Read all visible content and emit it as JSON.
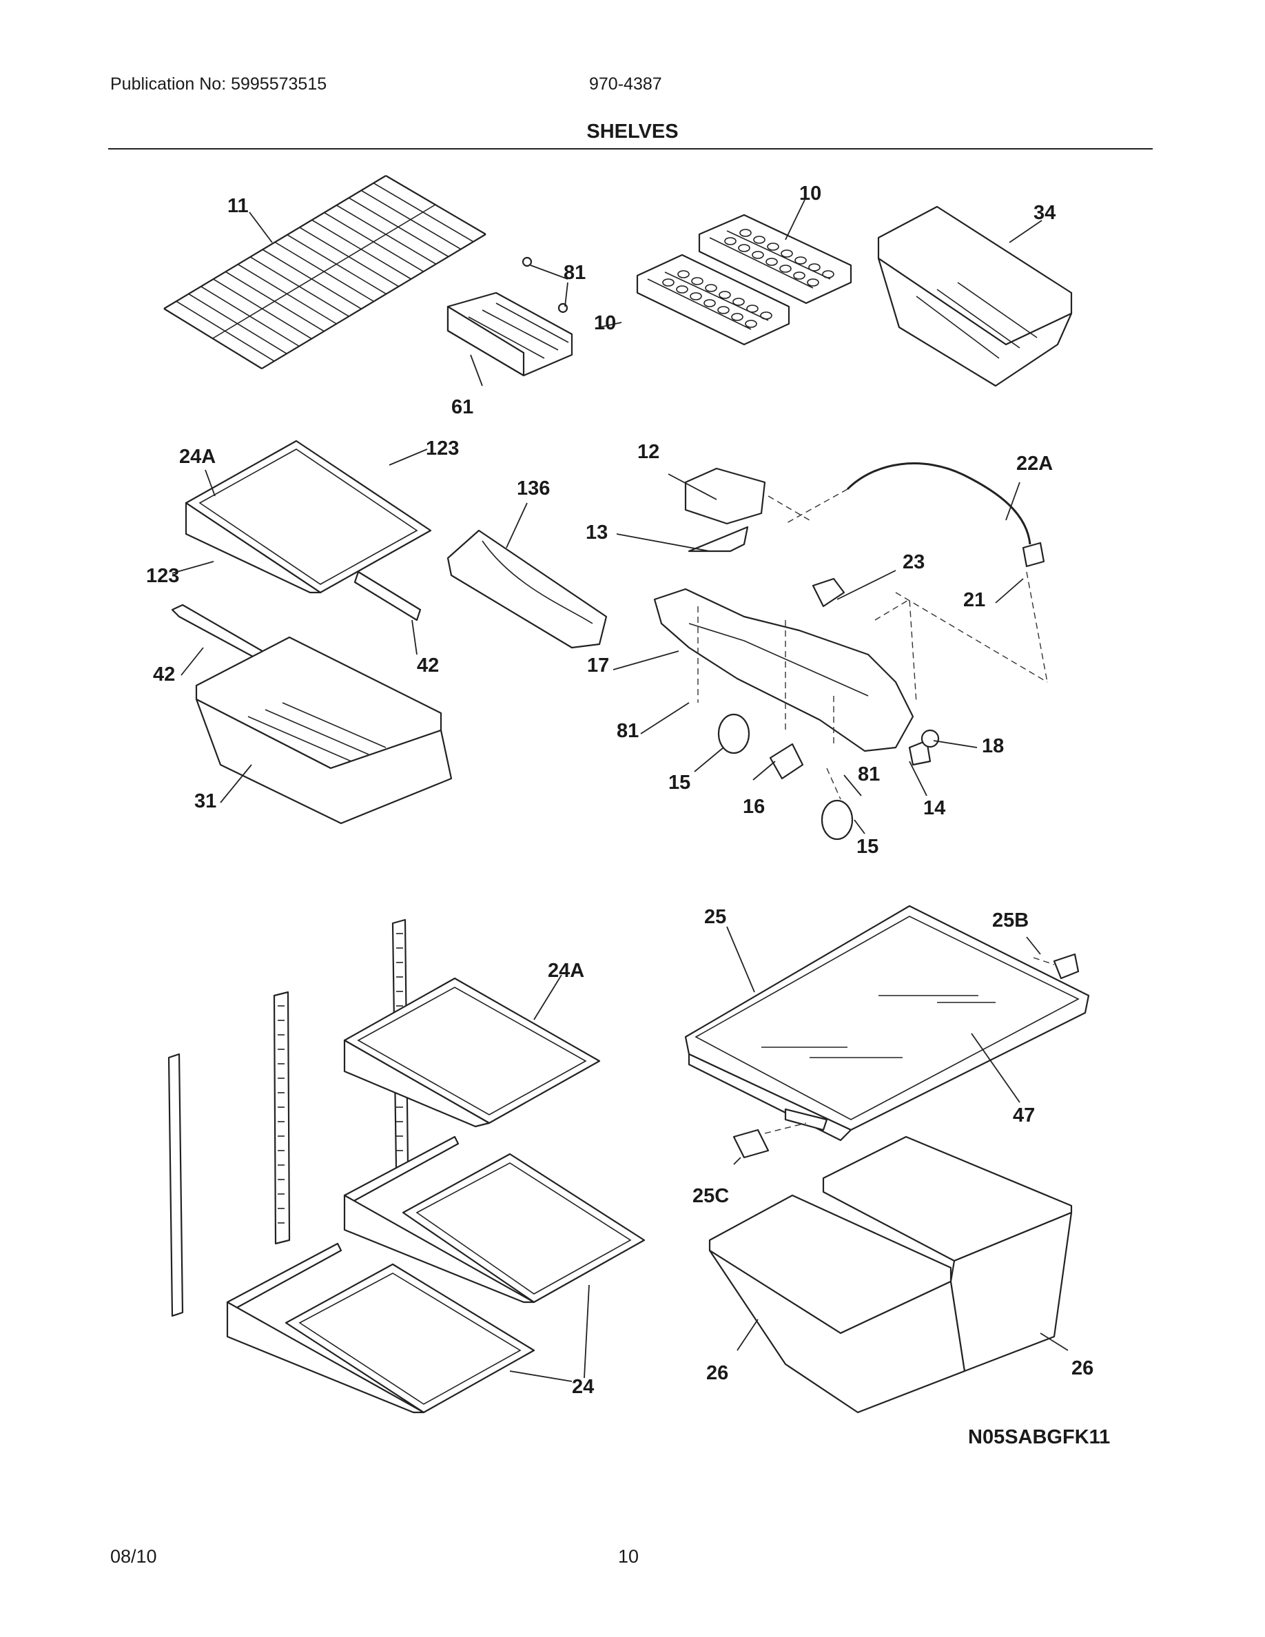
{
  "header": {
    "publication": "Publication No: 5995573515",
    "model": "970-4387",
    "title": "SHELVES"
  },
  "footer": {
    "date": "08/10",
    "page": "10"
  },
  "diagram_code": "N05SABGFK11",
  "callouts": {
    "c11": "11",
    "c10a": "10",
    "c34": "34",
    "c81a": "81",
    "c10b": "10",
    "c61": "61",
    "c24Aa": "24A",
    "c123a": "123",
    "c123b": "123",
    "c136": "136",
    "c12": "12",
    "c22A": "22A",
    "c13": "13",
    "c23": "23",
    "c21": "21",
    "c42a": "42",
    "c42b": "42",
    "c17": "17",
    "c31": "31",
    "c81b": "81",
    "c15a": "15",
    "c81c": "81",
    "c18": "18",
    "c16": "16",
    "c14": "14",
    "c15b": "15",
    "c25": "25",
    "c25B": "25B",
    "c24Ab": "24A",
    "c47": "47",
    "c25C": "25C",
    "c26a": "26",
    "c26b": "26",
    "c24": "24"
  }
}
